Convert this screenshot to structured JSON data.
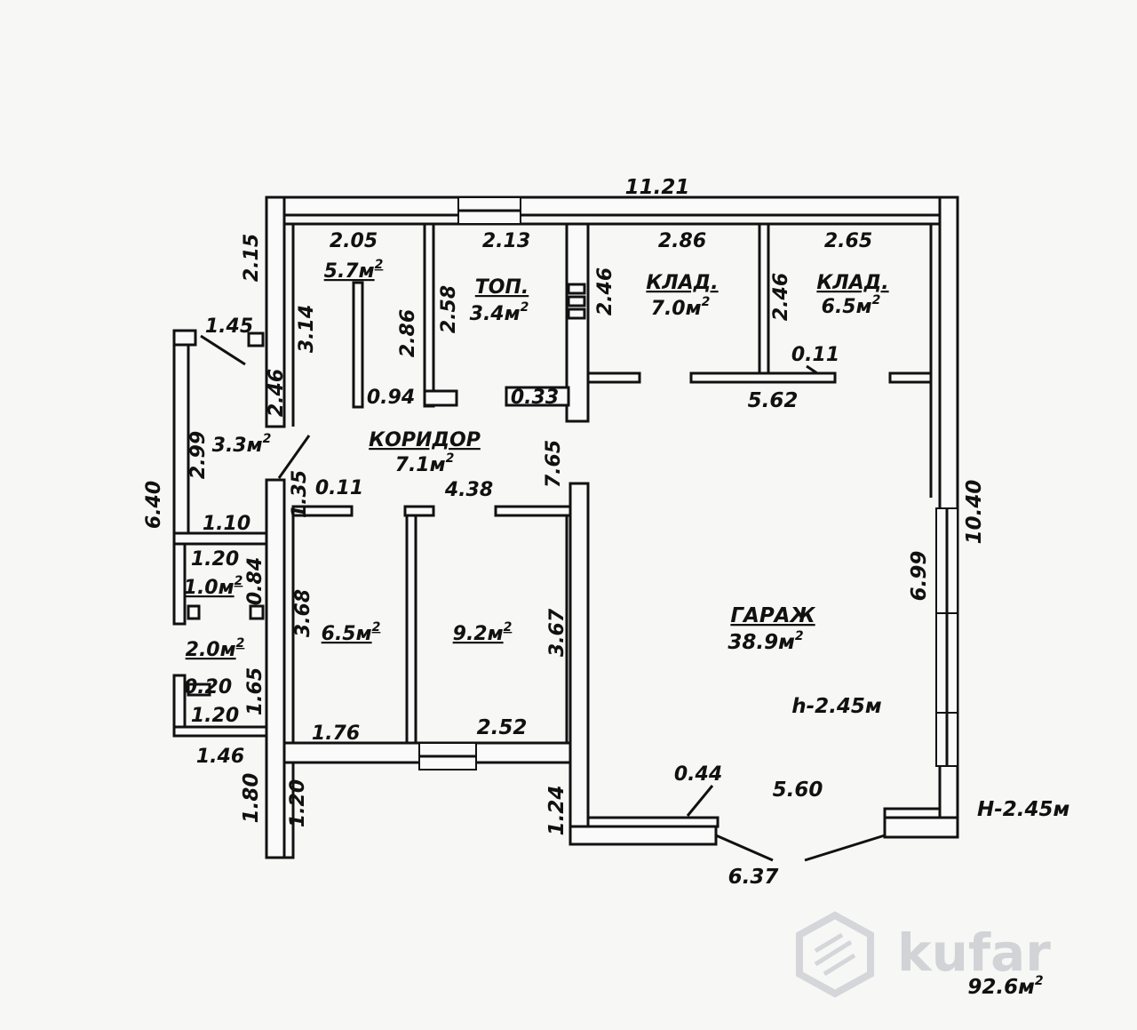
{
  "overall_width": "11.21",
  "overall_depth": "10.40",
  "total_area": "92.6м",
  "total_area_sup": "2",
  "ceiling_h": "h-2.45м",
  "outer_H": "H-2.45м",
  "watermark": "kufar",
  "rooms": {
    "room_topleft": {
      "area": "5.7м",
      "sup": "2",
      "width": "2.05",
      "depth": "3.14"
    },
    "boiler": {
      "name": "ТОП.",
      "area": "3.4м",
      "sup": "2",
      "width": "2.13",
      "depth": "2.58"
    },
    "storage1": {
      "name": "КЛАД.",
      "area": "7.0м",
      "sup": "2",
      "width": "2.86",
      "depth": "2.46"
    },
    "storage2": {
      "name": "КЛАД.",
      "area": "6.5м",
      "sup": "2",
      "width": "2.65",
      "depth": "2.46"
    },
    "corridor": {
      "name": "КОРИДОР",
      "area": "7.1м",
      "sup": "2"
    },
    "hall": {
      "area": "3.3м",
      "sup": "2"
    },
    "room_bl": {
      "area": "6.5м",
      "sup": "2"
    },
    "room_bm": {
      "area": "9.2м",
      "sup": "2"
    },
    "garage": {
      "name": "ГАРАЖ",
      "area": "38.9м",
      "sup": "2"
    },
    "wc1": {
      "area": "1.0м",
      "sup": "2"
    },
    "wc2": {
      "area": "2.0м",
      "sup": "2"
    }
  },
  "dims": {
    "d_215": "2.15",
    "d_145": "1.45",
    "d_246L": "2.46",
    "d_286": "2.86",
    "d_094": "0.94",
    "d_246a": "2.46",
    "d_033": "0.33",
    "d_246b": "2.46",
    "d_011a": "0.11",
    "d_562": "5.62",
    "d_765": "7.65",
    "d_640": "6.40",
    "d_299": "2.99",
    "d_110": "1.10",
    "d_135": "1.35",
    "d_011b": "0.11",
    "d_438": "4.38",
    "d_120a": "1.20",
    "d_084": "0.84",
    "d_368": "3.68",
    "d_367": "3.67",
    "d_699": "6.99",
    "d_020": "0.20",
    "d_165": "1.65",
    "d_120b": "1.20",
    "d_176": "1.76",
    "d_252": "2.52",
    "d_146": "1.46",
    "d_180": "1.80",
    "d_120c": "1.20",
    "d_124": "1.24",
    "d_044": "0.44",
    "d_560": "5.60",
    "d_637": "6.37"
  }
}
